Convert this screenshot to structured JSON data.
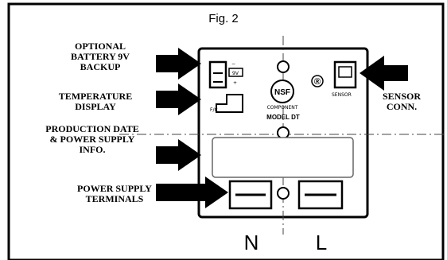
{
  "figure": {
    "title": "Fig. 2",
    "labels": {
      "battery": [
        "OPTIONAL",
        "BATTERY 9V",
        "BACKUP"
      ],
      "temperature": [
        "TEMPERATURE",
        "DISPLAY"
      ],
      "production": [
        "PRODUCTION DATE",
        "& POWER SUPPLY",
        "INFO."
      ],
      "power": [
        "POWER SUPPLY",
        "TERMINALS"
      ],
      "sensor": [
        "SENSOR",
        "CONN."
      ]
    },
    "device": {
      "nsf": "NSF",
      "component": "COMPONENT",
      "model": "MODEL DT",
      "fc": "F/C",
      "battery_mark": "9V",
      "minus": "−",
      "plus": "+",
      "sensor_tag": "SENSOR"
    },
    "terminals": [
      "N",
      "L"
    ]
  }
}
